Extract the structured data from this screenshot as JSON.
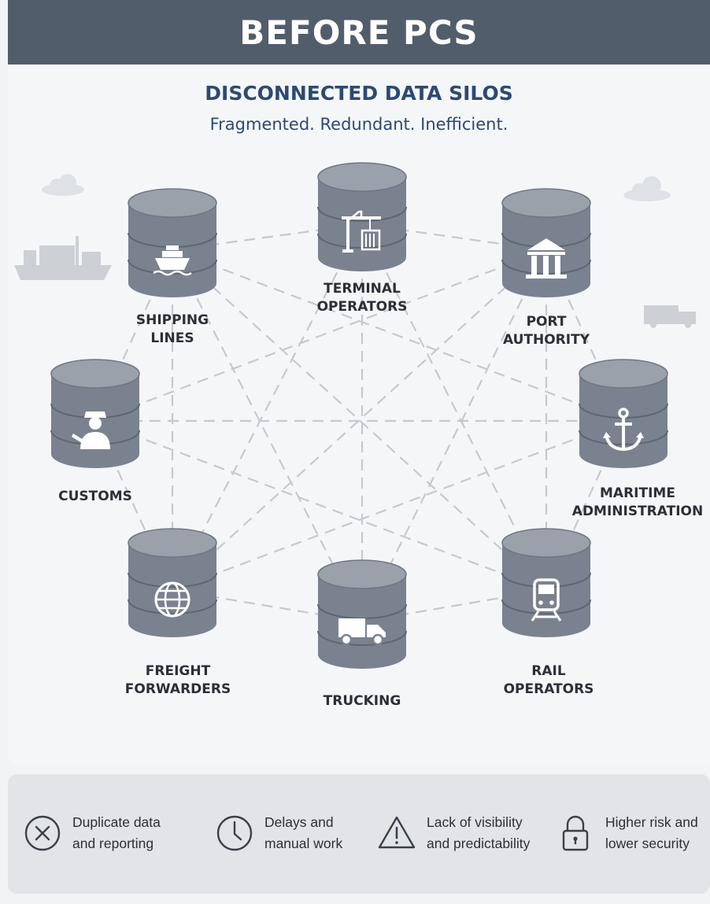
{
  "header": {
    "title": "BEFORE PCS"
  },
  "subtitle": {
    "title": "DISCONNECTED DATA SILOS",
    "tagline": "Fragmented. Redundant. Inefficient."
  },
  "nodes": [
    {
      "id": "shipping",
      "label1": "SHIPPING",
      "label2": "LINES",
      "icon": "ship-icon"
    },
    {
      "id": "terminal",
      "label1": "TERMINAL",
      "label2": "OPERATORS",
      "icon": "crane-container-icon"
    },
    {
      "id": "port",
      "label1": "PORT",
      "label2": "AUTHORITY",
      "icon": "government-building-icon"
    },
    {
      "id": "customs",
      "label1": "CUSTOMS",
      "label2": "",
      "icon": "customs-officer-icon"
    },
    {
      "id": "maritime",
      "label1": "MARITIME",
      "label2": "ADMINISTRATION",
      "icon": "anchor-icon"
    },
    {
      "id": "freight",
      "label1": "FREIGHT",
      "label2": "FORWARDERS",
      "icon": "globe-icon"
    },
    {
      "id": "trucking",
      "label1": "TRUCKING",
      "label2": "",
      "icon": "truck-icon"
    },
    {
      "id": "rail",
      "label1": "RAIL",
      "label2": "OPERATORS",
      "icon": "train-icon"
    }
  ],
  "issues": [
    {
      "line1": "Duplicate data",
      "line2": "and reporting",
      "icon": "x-circle-icon"
    },
    {
      "line1": "Delays and",
      "line2": "manual work",
      "icon": "clock-icon"
    },
    {
      "line1": "Lack of visibility",
      "line2": "and predictability",
      "icon": "warning-icon"
    },
    {
      "line1": "Higher risk and",
      "line2": "lower security",
      "icon": "lock-icon"
    }
  ],
  "colors": {
    "header": "#525d6b",
    "title": "#2c4a72",
    "database": "#7a8290",
    "line": "#c5c9d0",
    "footer": "#e2e4e8"
  }
}
